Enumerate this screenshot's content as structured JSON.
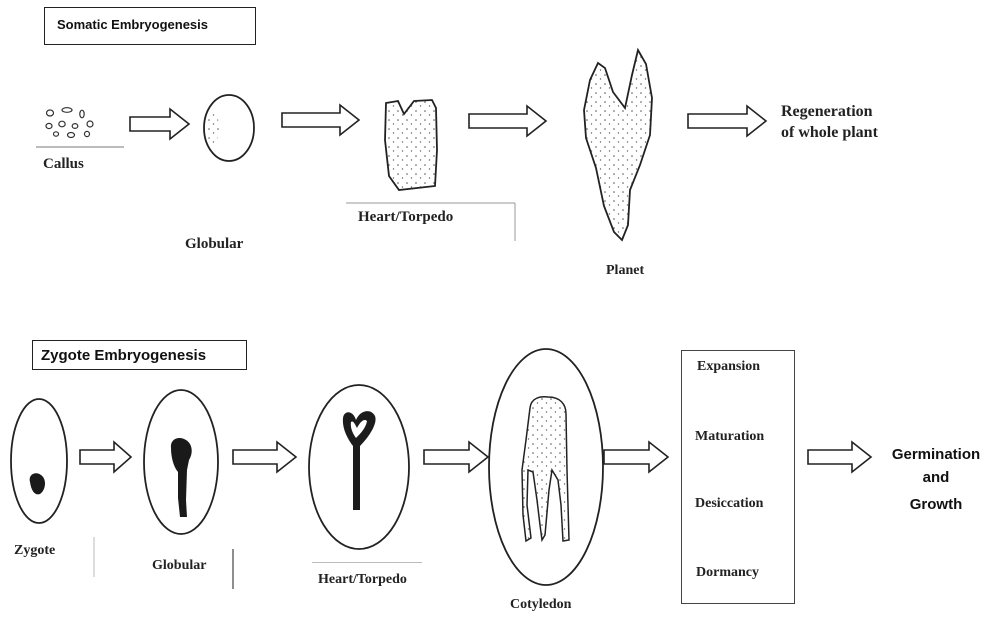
{
  "somatic": {
    "title": "Somatic Embryogenesis",
    "callus": "Callus",
    "globular": "Globular",
    "heart_torpedo": "Heart/Torpedo",
    "planet": "Planet",
    "regeneration_line1": "Regeneration",
    "regeneration_line2": "of whole plant"
  },
  "zygote": {
    "title": "Zygote Embryogenesis",
    "zygote": "Zygote",
    "globular": "Globular",
    "heart_torpedo": "Heart/Torpedo",
    "cotyledon": "Cotyledon",
    "stages": [
      "Expansion",
      "Maturation",
      "Desiccation",
      "Dormancy"
    ],
    "germination_line1": "Germination",
    "germination_line2": "and",
    "germination_line3": "Growth"
  }
}
